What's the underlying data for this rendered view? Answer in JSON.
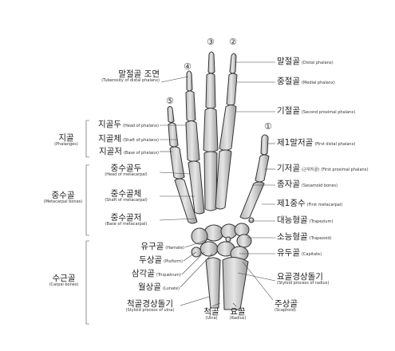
{
  "finger_numbers": [
    "①",
    "②",
    "③",
    "④",
    "⑤"
  ],
  "left": {
    "distal_tuberosity": {
      "ko": "말절골 조면",
      "en": "(Tuberosity of distal phalanx)"
    },
    "head_phalanx": {
      "ko": "지골두",
      "en": "(Head of phalanx)"
    },
    "shaft_phalanx": {
      "ko": "지골체",
      "en": "(Shaft of phalanx)"
    },
    "base_phalanx": {
      "ko": "지골저",
      "en": "(Base of phalanx)"
    },
    "phalanges": {
      "ko": "지골",
      "en": "(Phalanges)"
    },
    "head_meta": {
      "ko": "중수골두",
      "en": "(Head of metacarpal)"
    },
    "shaft_meta": {
      "ko": "중수골체",
      "en": "(Shaft of metacarpal)"
    },
    "base_meta": {
      "ko": "중수골저",
      "en": "(Base of metacarpal)"
    },
    "metacarpal": {
      "ko": "중수골",
      "en": "(Metacarpal bones)"
    },
    "hamate": {
      "ko": "유구골",
      "en": "(Hamate)"
    },
    "pisiform": {
      "ko": "두상골",
      "en": "(Pisiform)"
    },
    "triquetrum": {
      "ko": "삼각골",
      "en": "(Triquetrum)"
    },
    "lunate": {
      "ko": "월상골",
      "en": "(Lunate)"
    },
    "carpal": {
      "ko": "수근골",
      "en": "(Carpal bones)"
    },
    "ulna_styloid": {
      "ko": "척골경상돌기",
      "en": "(Styloid process of ulna)"
    }
  },
  "bottom": {
    "ulna": {
      "ko": "척골",
      "en": "(Ulna)"
    },
    "radius": {
      "ko": "요골",
      "en": "(Radius)"
    }
  },
  "right": {
    "distal": {
      "ko": "말절골",
      "en": "(Distal phalanx)"
    },
    "medial": {
      "ko": "중절골",
      "en": "(Medial phalanx)"
    },
    "second_proximal": {
      "ko": "기절골",
      "en": "(Second proximal phalanx)"
    },
    "first_distal": {
      "ko": "제1말저골",
      "en": "(First distal phalanx)"
    },
    "first_proximal": {
      "ko": "기저골",
      "sub": "(근위지골)",
      "en": "(First proximal phalanx)"
    },
    "sesamoid": {
      "ko": "종자골",
      "en": "(Sesamoid bones)"
    },
    "first_meta": {
      "ko": "제1중수",
      "en": "(First metacarpal)"
    },
    "trapezium": {
      "ko": "대능형골",
      "en": "(Trapezium)"
    },
    "trapezoid": {
      "ko": "소능형골",
      "en": "(Trapezoid)"
    },
    "capitate": {
      "ko": "유두골",
      "en": "(Capitate)"
    },
    "radius_styloid": {
      "ko": "요골경상돌기",
      "en": "(Styloid process of radius)"
    },
    "scaphoid": {
      "ko": "주상골",
      "en": "(Scaphoid)"
    }
  }
}
